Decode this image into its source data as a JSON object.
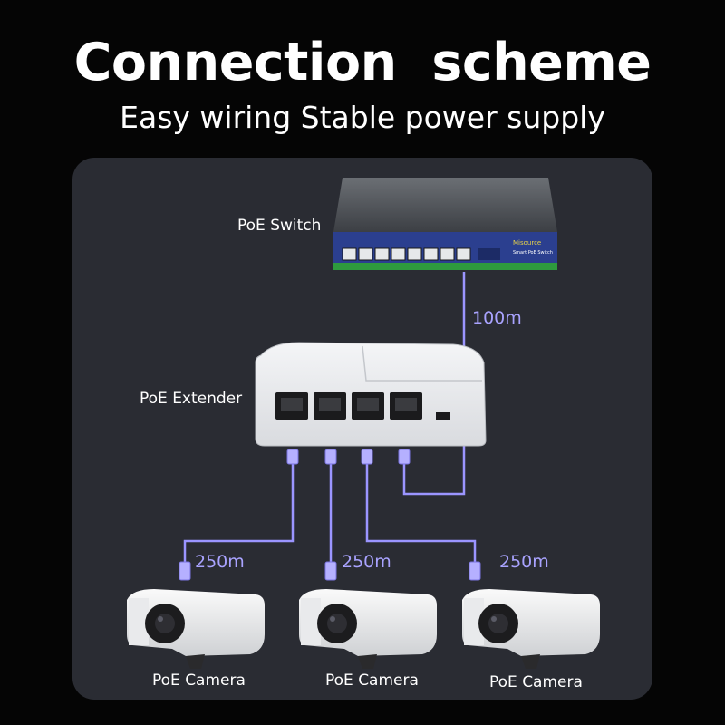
{
  "header": {
    "title": "Connection  scheme",
    "subtitle": "Easy wiring Stable power supply"
  },
  "devices": {
    "switch_label": "PoE Switch",
    "switch_brand": "Misource",
    "switch_model": "Smart PoE Switch",
    "extender_label": "PoE Extender",
    "cameras": [
      {
        "label": "PoE Camera"
      },
      {
        "label": "PoE Camera"
      },
      {
        "label": "PoE Camera"
      }
    ]
  },
  "distances": {
    "uplink": "100m",
    "cam1": "250m",
    "cam2": "250m",
    "cam3": "250m"
  },
  "colors": {
    "background": "#050505",
    "panel": "#2a2c33",
    "cable": "#9b95ff",
    "switch_port_band": "#2b3f8f",
    "switch_led_strip": "#2e9a3e"
  }
}
